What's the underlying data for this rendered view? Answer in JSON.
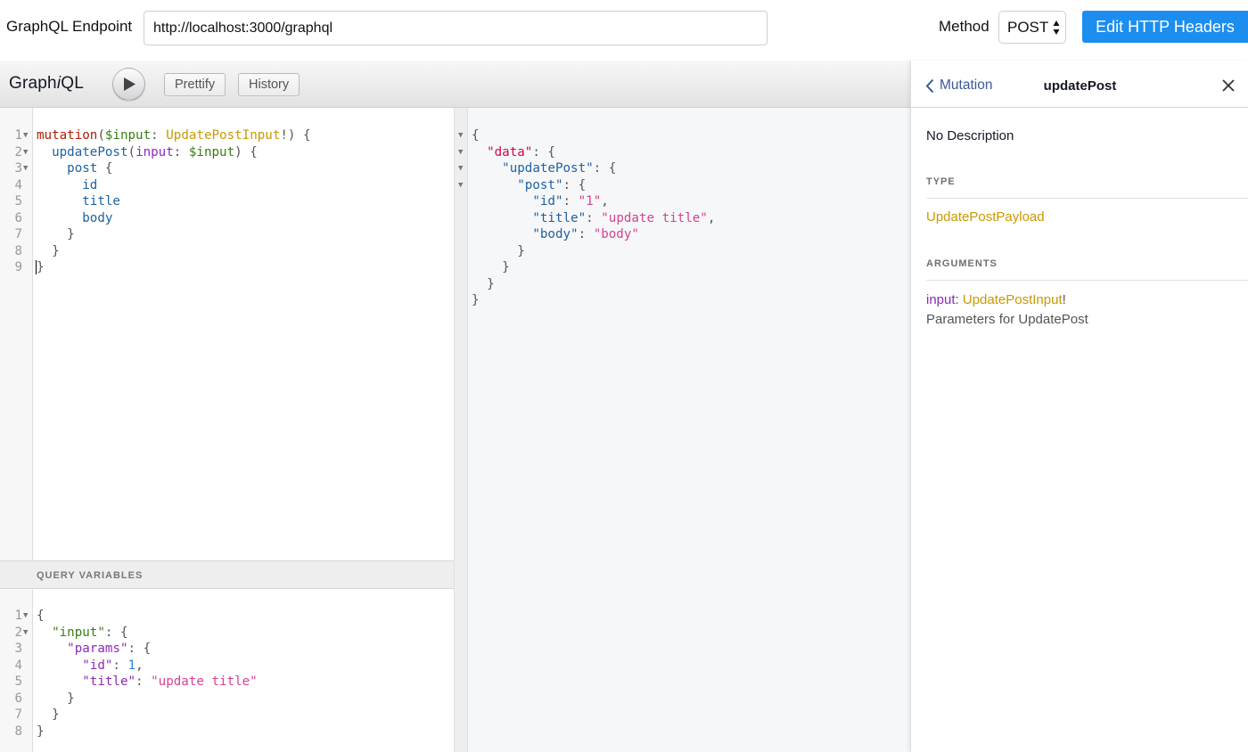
{
  "topbar": {
    "endpoint_label": "GraphQL Endpoint",
    "endpoint_value": "http://localhost:3000/graphql",
    "method_label": "Method",
    "method_value": "POST",
    "headers_button": "Edit HTTP Headers",
    "accent_color": "#1b8ef0"
  },
  "toolbar": {
    "logo_prefix": "Graph",
    "logo_i": "i",
    "logo_suffix": "QL",
    "run_icon": "play-icon",
    "prettify_label": "Prettify",
    "history_label": "History"
  },
  "query_editor": {
    "line_numbers": [
      "1",
      "2",
      "3",
      "4",
      "5",
      "6",
      "7",
      "8",
      "9"
    ],
    "lines": [
      "mutation($input: UpdatePostInput!) {",
      "  updatePost(input: $input) {",
      "    post {",
      "      id",
      "      title",
      "      body",
      "    }",
      "  }",
      "}"
    ]
  },
  "variables_editor": {
    "title": "QUERY VARIABLES",
    "line_numbers": [
      "1",
      "2",
      "3",
      "4",
      "5",
      "6",
      "7",
      "8"
    ],
    "lines": [
      "{",
      "  \"input\": {",
      "    \"params\": {",
      "      \"id\": 1,",
      "      \"title\": \"update title\"",
      "    }",
      "  }",
      "}"
    ]
  },
  "result_viewer": {
    "lines": [
      "{",
      "  \"data\": {",
      "    \"updatePost\": {",
      "      \"post\": {",
      "        \"id\": \"1\",",
      "        \"title\": \"update title\",",
      "        \"body\": \"body\"",
      "      }",
      "    }",
      "  }",
      "}"
    ]
  },
  "docs": {
    "back_label": "Mutation",
    "title": "updatePost",
    "description": "No Description",
    "type_section": "TYPE",
    "type_name": "UpdatePostPayload",
    "arguments_section": "ARGUMENTS",
    "arg_name": "input",
    "arg_colon": ": ",
    "arg_type": "UpdatePostInput",
    "arg_bang": "!",
    "arg_description": "Parameters for UpdatePost"
  }
}
